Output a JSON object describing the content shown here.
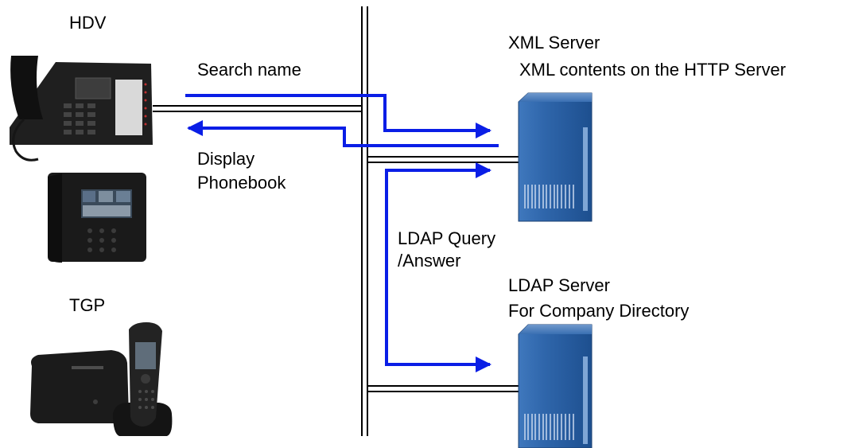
{
  "labels": {
    "hdv": "HDV",
    "tgp": "TGP",
    "search_name": "Search name",
    "display_line1": "Display",
    "display_line2": "Phonebook",
    "ldap_query_line1": "LDAP Query",
    "ldap_query_line2": "/Answer",
    "xml_server_title": "XML Server",
    "xml_server_desc": "XML contents on the HTTP Server",
    "ldap_server_title": "LDAP Server",
    "ldap_server_desc": "For Company Directory"
  },
  "colors": {
    "flow_arrow": "#0a1ee6",
    "network_line": "#000000",
    "server_body": "#2e64a8",
    "server_highlight": "#7fa6d6",
    "device_dark": "#1c1c1c"
  },
  "icons": {
    "hdv_desk_phone": "desk-phone-icon",
    "hdv_touch_phone": "touchscreen-phone-icon",
    "tgp_base": "dect-base-station-icon",
    "tgp_handset": "dect-handset-icon",
    "xml_server": "server-icon",
    "ldap_server": "server-icon"
  }
}
